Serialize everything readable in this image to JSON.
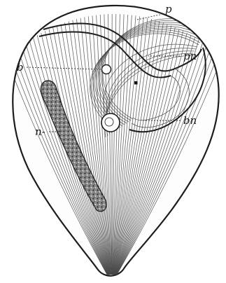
{
  "labels": {
    "p": "p",
    "pn": "pn",
    "b": "b",
    "bn": "bn",
    "n": "n-"
  },
  "colors": {
    "ink": "#1c1c1c",
    "paper": "#ffffff",
    "nucleus_fill": "#5a5a5a"
  }
}
